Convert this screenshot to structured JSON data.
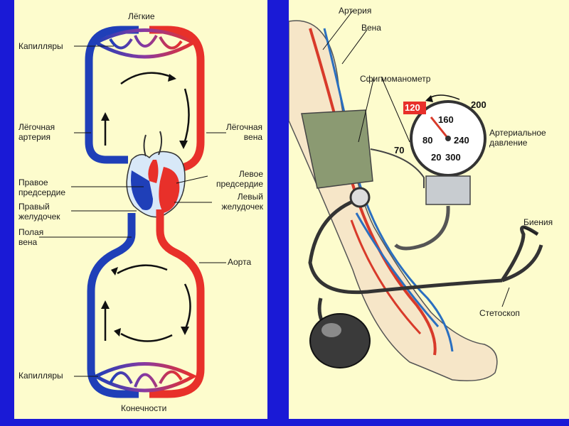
{
  "circulation": {
    "lungs": "Лёгкие",
    "capillaries_top": "Капилляры",
    "pulmonary_artery": "Лёгочная\nартерия",
    "pulmonary_vein": "Лёгочная\nвена",
    "right_atrium": "Правое\nпредсердие",
    "left_atrium": "Левое\nпредсердие",
    "right_ventricle": "Правый\nжелудочек",
    "left_ventricle": "Левый\nжелудочек",
    "vena_cava": "Полая\nвена",
    "aorta": "Аорта",
    "capillaries_bottom": "Капилляры",
    "limbs": "Конечности"
  },
  "measurement": {
    "artery": "Артерия",
    "vein": "Вена",
    "sphygmomanometer": "Сфигмоманометр",
    "reading": "120",
    "blood_pressure": "Артериальное\nдавление",
    "beats": "Биения",
    "stethoscope": "Стетоскоп",
    "gauge_ticks": [
      "160",
      "200",
      "240",
      "300",
      "20",
      "80",
      "70"
    ]
  },
  "colors": {
    "background": "#1a1ad6",
    "panel": "#fdfccd",
    "arterial": "#e8302a",
    "venous": "#1f3fb8",
    "reading_box": "#e8302a"
  }
}
